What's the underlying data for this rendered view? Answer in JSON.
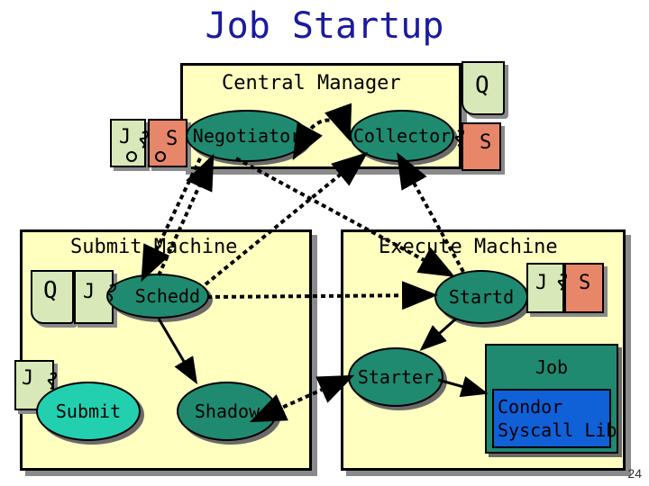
{
  "title": "Job Startup",
  "central_manager": {
    "label": "Central Manager",
    "queue_label": "Q",
    "negotiator": "Negotiator",
    "collector": "Collector",
    "job_label": "J",
    "schedd_label": "S",
    "collector_s_label": "S"
  },
  "submit_machine": {
    "label": "Submit Machine",
    "queue_label": "Q",
    "job_label": "J",
    "schedd": "Schedd",
    "submit": "Submit",
    "shadow": "Shadow",
    "job_icon_label": "J"
  },
  "execute_machine": {
    "label": "Execute Machine",
    "startd": "Startd",
    "job_label": "J",
    "s_label": "S",
    "starter": "Starter",
    "job_box_title": "Job",
    "lib_line1": "Condor",
    "lib_line2": "Syscall Lib"
  },
  "page_number": "24",
  "colors": {
    "title": "#1a1aa0",
    "box_fill": "#ffffc0",
    "daemon_fill": "#1f8a70",
    "submit_fill": "#22d0b0",
    "queue_fill": "#d8e8b8",
    "schedd_icon_fill": "#e8866a",
    "job_lib_fill": "#1060d8"
  }
}
